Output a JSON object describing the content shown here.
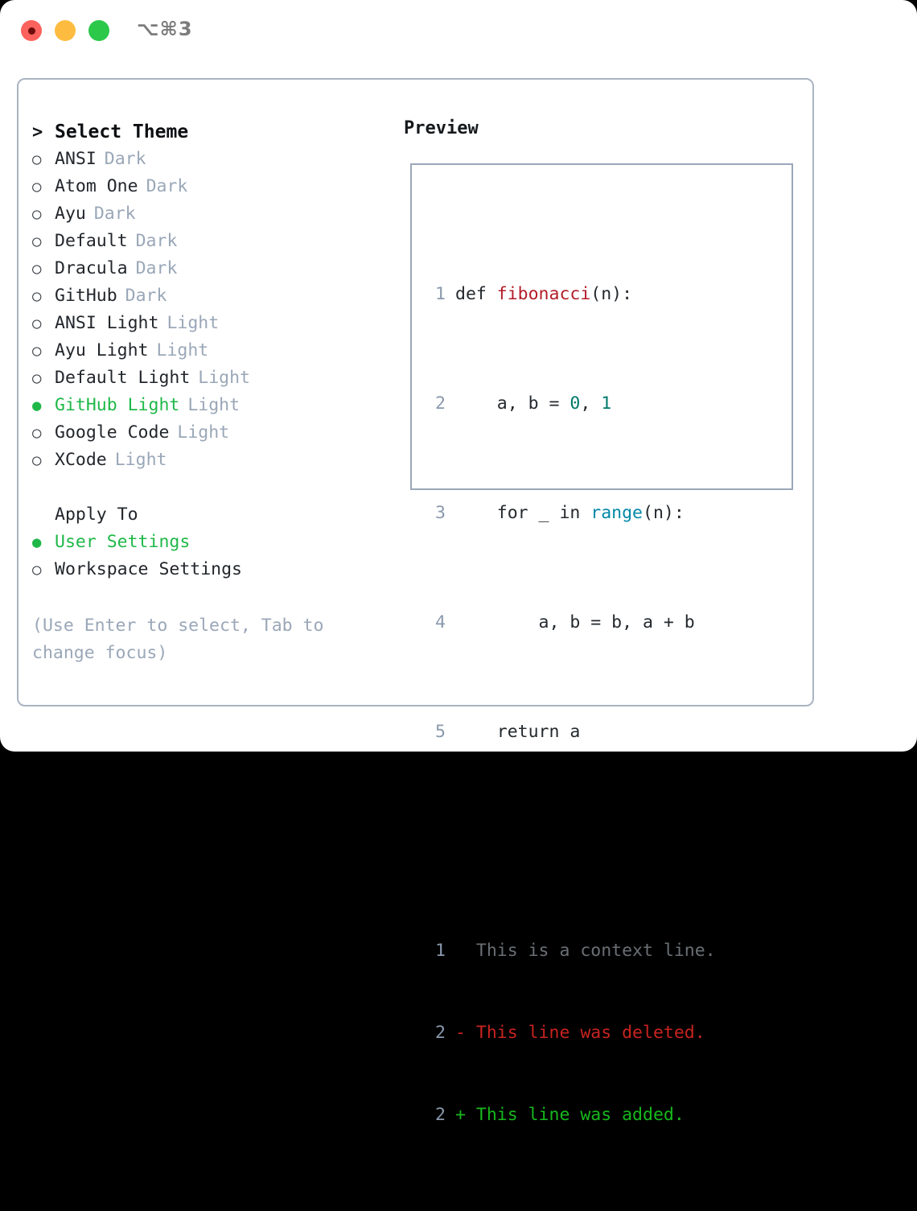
{
  "titlebar": {
    "shortcut": "⌥⌘3",
    "buttons": [
      {
        "name": "close",
        "color": "#fc625d"
      },
      {
        "name": "minimize",
        "color": "#fdbc40"
      },
      {
        "name": "zoom",
        "color": "#2bc84a"
      }
    ]
  },
  "colors": {
    "accent_green": "#1fb848",
    "muted": "#9aa7b8",
    "border": "#aab4c2",
    "code_fn": "#b31d28",
    "code_num": "#00796b",
    "code_call": "#0288a8",
    "diff_del": "#c8231f",
    "diff_add": "#17b81c"
  },
  "theme_list": {
    "header": {
      "marker": ">",
      "label": "Select Theme"
    },
    "items": [
      {
        "marker": "○",
        "label": "ANSI",
        "tag": "Dark",
        "selected": false
      },
      {
        "marker": "○",
        "label": "Atom One",
        "tag": "Dark",
        "selected": false
      },
      {
        "marker": "○",
        "label": "Ayu",
        "tag": "Dark",
        "selected": false
      },
      {
        "marker": "○",
        "label": "Default",
        "tag": "Dark",
        "selected": false
      },
      {
        "marker": "○",
        "label": "Dracula",
        "tag": "Dark",
        "selected": false
      },
      {
        "marker": "○",
        "label": "GitHub",
        "tag": "Dark",
        "selected": false
      },
      {
        "marker": "○",
        "label": "ANSI Light",
        "tag": "Light",
        "selected": false
      },
      {
        "marker": "○",
        "label": "Ayu Light",
        "tag": "Light",
        "selected": false
      },
      {
        "marker": "○",
        "label": "Default Light",
        "tag": "Light",
        "selected": false
      },
      {
        "marker": "●",
        "label": "GitHub Light",
        "tag": "Light",
        "selected": true
      },
      {
        "marker": "○",
        "label": "Google Code",
        "tag": "Light",
        "selected": false
      },
      {
        "marker": "○",
        "label": "XCode",
        "tag": "Light",
        "selected": false
      }
    ]
  },
  "apply_to": {
    "header": {
      "marker": " ",
      "label": "Apply To"
    },
    "items": [
      {
        "marker": "●",
        "label": "User Settings",
        "selected": true
      },
      {
        "marker": "○",
        "label": "Workspace Settings",
        "selected": false
      }
    ]
  },
  "hint": "(Use Enter to select, Tab to change focus)",
  "preview": {
    "title": "Preview",
    "code_lines": [
      {
        "no": "1",
        "segments": [
          {
            "t": "def ",
            "c": "plain"
          },
          {
            "t": "fibonacci",
            "c": "fn"
          },
          {
            "t": "(n):",
            "c": "plain"
          }
        ]
      },
      {
        "no": "2",
        "segments": [
          {
            "t": "    a, b = ",
            "c": "plain"
          },
          {
            "t": "0",
            "c": "num"
          },
          {
            "t": ", ",
            "c": "plain"
          },
          {
            "t": "1",
            "c": "num"
          }
        ]
      },
      {
        "no": "3",
        "segments": [
          {
            "t": "    for _ in ",
            "c": "plain"
          },
          {
            "t": "range",
            "c": "call"
          },
          {
            "t": "(n):",
            "c": "plain"
          }
        ]
      },
      {
        "no": "4",
        "segments": [
          {
            "t": "        a, b = b, a + b",
            "c": "plain"
          }
        ]
      },
      {
        "no": "5",
        "segments": [
          {
            "t": "    return a",
            "c": "plain"
          }
        ]
      }
    ],
    "diff_lines": [
      {
        "no": "1",
        "text": "  This is a context line.",
        "kind": "ctx"
      },
      {
        "no": "2",
        "text": "- This line was deleted.",
        "kind": "del"
      },
      {
        "no": "2",
        "text": "+ This line was added.",
        "kind": "add"
      }
    ]
  }
}
